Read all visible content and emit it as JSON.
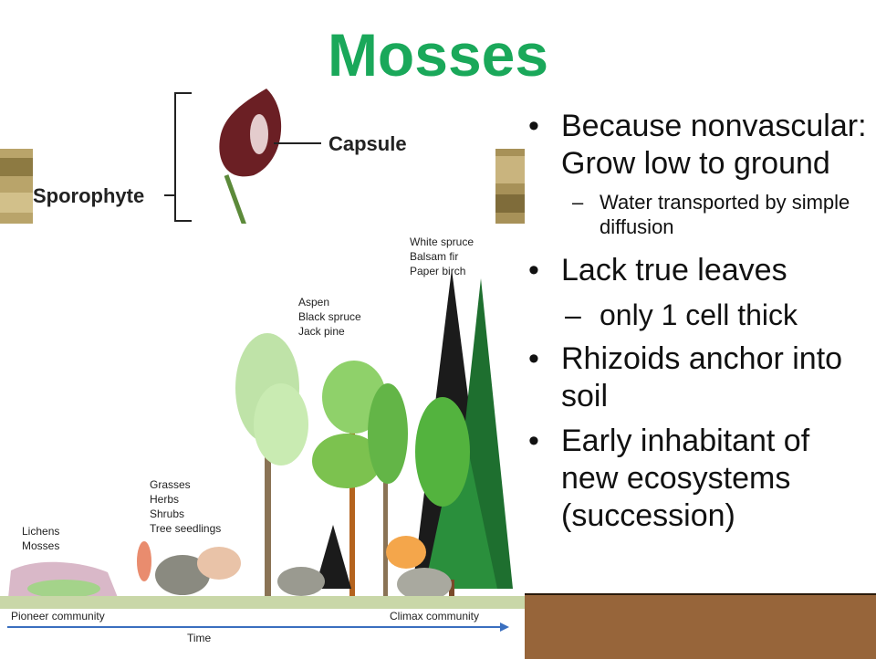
{
  "title": "Mosses",
  "sporophyte_diagram": {
    "sporophyte_label": "Sporophyte",
    "capsule_label": "Capsule"
  },
  "succession_diagram": {
    "lichens_label_1": "Lichens",
    "lichens_label_2": "Mosses",
    "grasses_label_1": "Grasses",
    "grasses_label_2": "Herbs",
    "grasses_label_3": "Shrubs",
    "grasses_label_4": "Tree seedlings",
    "aspen_label_1": "Aspen",
    "aspen_label_2": "Black spruce",
    "aspen_label_3": "Jack pine",
    "spruce_label_1": "White spruce",
    "spruce_label_2": "Balsam fir",
    "spruce_label_3": "Paper birch",
    "pioneer_label": "Pioneer community",
    "climax_label": "Climax community",
    "time_label": "Time"
  },
  "bullets": [
    {
      "text": "Because nonvascular: Grow low to ground",
      "sub": "Water transported by simple diffusion"
    },
    {
      "text": "Lack true leaves",
      "sub": "only 1 cell thick"
    },
    {
      "text": "Rhizoids anchor into soil"
    },
    {
      "text": "Early inhabitant of new ecosystems (succession)"
    }
  ],
  "colors": {
    "title": "#1aa85a",
    "footer_bar": "#97653a"
  }
}
